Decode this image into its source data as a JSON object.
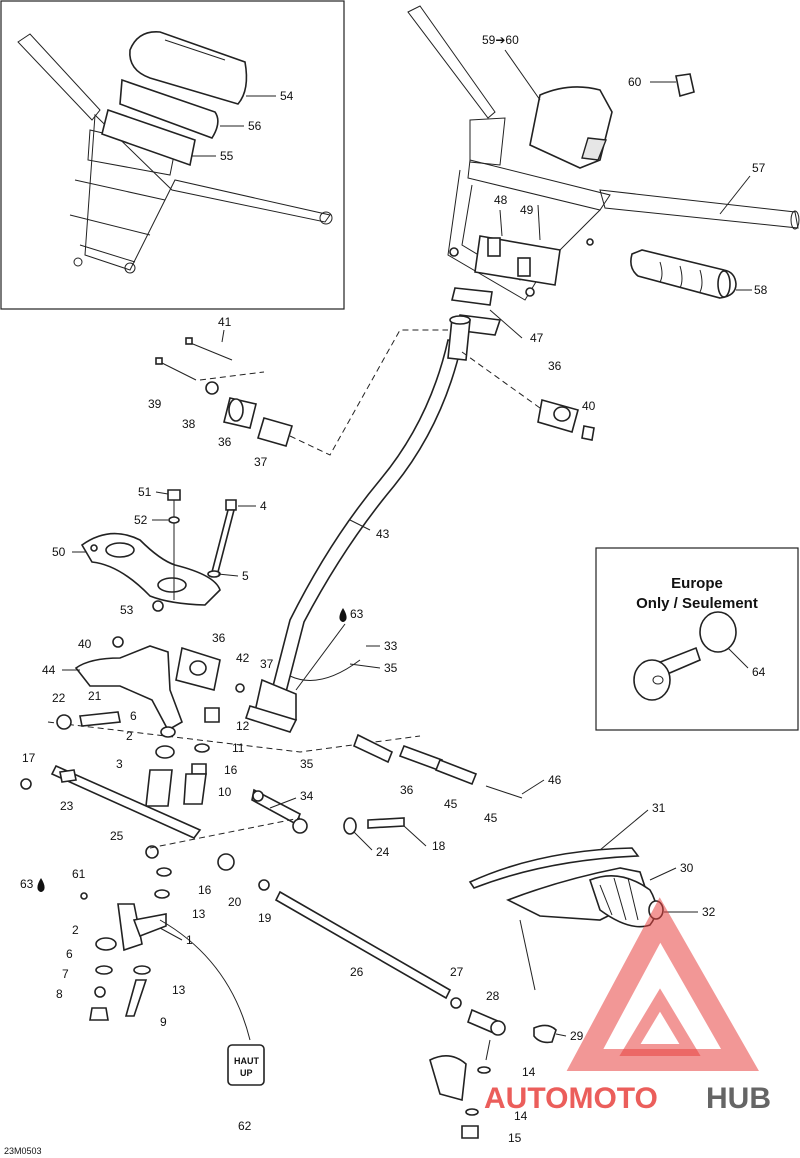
{
  "diagram_code": "23M0503",
  "inset_europe": {
    "line1": "Europe",
    "line2": "Only / Seulement",
    "part": "64"
  },
  "tag_62": {
    "line1": "HAUT",
    "line2": "UP"
  },
  "watermark": {
    "part1": "AUTOMOTO",
    "part2": "HUB",
    "color_accent": "#e8423f",
    "color_dark": "#555555"
  },
  "callouts": {
    "c54": "54",
    "c56": "56",
    "c55": "55",
    "c5960": "59➔60",
    "c60": "60",
    "c57": "57",
    "c58": "58",
    "c48": "48",
    "c49": "49",
    "c47": "47",
    "c41": "41",
    "c39": "39",
    "c38": "38",
    "c36a": "36",
    "c37a": "37",
    "c36b": "36",
    "c40a": "40",
    "c51": "51",
    "c52": "52",
    "c4": "4",
    "c50": "50",
    "c5": "5",
    "c53": "53",
    "c43": "43",
    "c63a": "63",
    "c33": "33",
    "c35a": "35",
    "c40b": "40",
    "c44": "44",
    "c36c": "36",
    "c42": "42",
    "c37b": "37",
    "c22": "22",
    "c21": "21",
    "c6a": "6",
    "c2a": "2",
    "c12": "12",
    "c11": "11",
    "c16a": "16",
    "c10": "10",
    "c17": "17",
    "c3": "3",
    "c23": "23",
    "c35b": "35",
    "c34": "34",
    "c36d": "36",
    "c45a": "45",
    "c45b": "45",
    "c46": "46",
    "c25": "25",
    "c24": "24",
    "c18": "18",
    "c16b": "16",
    "c20": "20",
    "c19": "19",
    "c63b": "63",
    "c61": "61",
    "c13a": "13",
    "c1": "1",
    "c2b": "2",
    "c6b": "6",
    "c7": "7",
    "c8": "8",
    "c13b": "13",
    "c9": "9",
    "c62": "62",
    "c26": "26",
    "c27": "27",
    "c28": "28",
    "c29": "29",
    "c14a": "14",
    "c14b": "14",
    "c15": "15",
    "c31": "31",
    "c30": "30",
    "c32": "32"
  }
}
